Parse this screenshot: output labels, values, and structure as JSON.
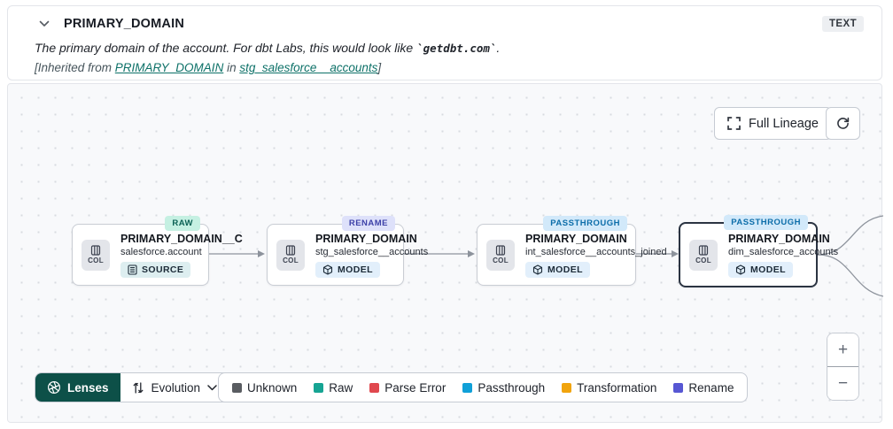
{
  "header": {
    "title": "PRIMARY_DOMAIN",
    "type_badge": "TEXT",
    "description_prefix": "The primary domain of the account. For dbt Labs, this would look like ",
    "description_code": "`getdbt.com`",
    "description_suffix": ".",
    "inherited_prefix": "[Inherited from ",
    "inherited_link_column": "PRIMARY_DOMAIN",
    "inherited_middle": " in ",
    "inherited_link_model": "stg_salesforce__accounts",
    "inherited_suffix": "]"
  },
  "toolbar": {
    "full_lineage_label": "Full Lineage"
  },
  "nodes": [
    {
      "badge": "RAW",
      "col_label": "COL",
      "title": "PRIMARY_DOMAIN__C",
      "subtitle": "salesforce.account",
      "type": "SOURCE",
      "badge_bg": "#c5f0e2"
    },
    {
      "badge": "RENAME",
      "col_label": "COL",
      "title": "PRIMARY_DOMAIN",
      "subtitle": "stg_salesforce__accounts",
      "type": "MODEL",
      "badge_bg": "#dee1fa"
    },
    {
      "badge": "PASSTHROUGH",
      "col_label": "COL",
      "title": "PRIMARY_DOMAIN",
      "subtitle": "int_salesforce__accounts_joined",
      "type": "MODEL",
      "badge_bg": "#d2e9fa"
    },
    {
      "badge": "PASSTHROUGH",
      "col_label": "COL",
      "title": "PRIMARY_DOMAIN",
      "subtitle": "dim_salesforce_accounts",
      "type": "MODEL",
      "badge_bg": "#d2e9fa",
      "selected": true
    }
  ],
  "lenses": {
    "label": "Lenses",
    "selected_lens": "Evolution"
  },
  "legend": {
    "items": [
      {
        "label": "Unknown",
        "color": "#595c61"
      },
      {
        "label": "Raw",
        "color": "#16a493"
      },
      {
        "label": "Parse Error",
        "color": "#e0484e"
      },
      {
        "label": "Passthrough",
        "color": "#10a0d8"
      },
      {
        "label": "Transformation",
        "color": "#f1a40d"
      },
      {
        "label": "Rename",
        "color": "#5757d3"
      }
    ]
  },
  "zoom_controls": {
    "zoom_in": "+",
    "zoom_out": "−"
  },
  "icons": {
    "header_chevron": "chevron-down",
    "full_lineage": "expand-corners",
    "refresh": "circular-arrow",
    "column_chip": "table-column",
    "source_badge": "database-lines",
    "model_badge": "cube",
    "lenses": "aperture",
    "evolution": "swap-vertical-arrows",
    "lens_dropdown": "chevron-down"
  },
  "colors": {
    "accent_teal": "#0d7168",
    "lenses_button_bg": "#0d5048",
    "canvas_bg": "#f8f9fb",
    "edge": "#8d939c",
    "selected_node_border": "#2b3442"
  }
}
